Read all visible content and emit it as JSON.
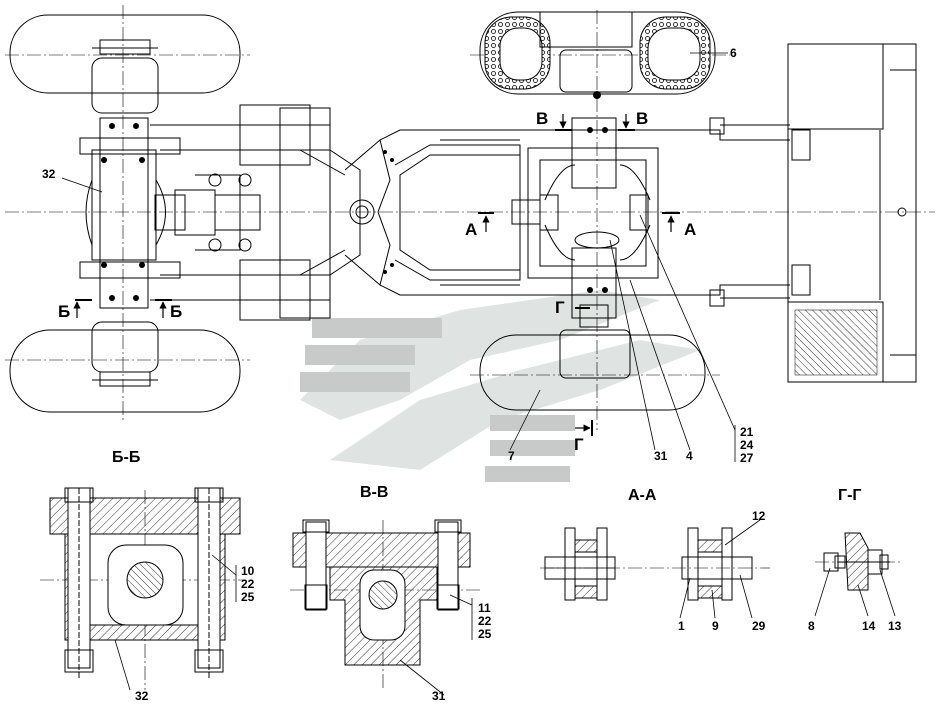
{
  "drawing": {
    "section_titles": {
      "bb": "Б-Б",
      "vv": "В-В",
      "aa": "А-А",
      "gg": "Г-Г"
    },
    "cut_marks": {
      "b": "Б",
      "v": "В",
      "a": "А",
      "g": "Г"
    },
    "callouts": {
      "n6": "6",
      "n32": "32",
      "n7": "7",
      "n31": "31",
      "n4": "4",
      "n21": "21",
      "n24": "24",
      "n27": "27",
      "n10": "10",
      "n22": "22",
      "n25": "25",
      "n11": "11",
      "n12": "12",
      "n1": "1",
      "n9": "9",
      "n29": "29",
      "n8": "8",
      "n14": "14",
      "n13": "13"
    }
  }
}
